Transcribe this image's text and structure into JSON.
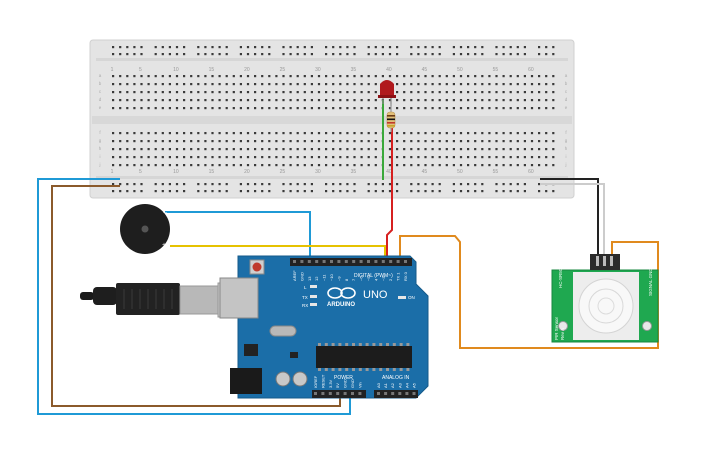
{
  "breadboard": {
    "column_labels": [
      "1",
      "5",
      "10",
      "15",
      "20",
      "25",
      "30",
      "35",
      "40",
      "45",
      "50",
      "55",
      "60"
    ],
    "row_labels_top": [
      "a",
      "b",
      "c",
      "d",
      "e"
    ],
    "row_labels_bottom": [
      "f",
      "g",
      "h",
      "i",
      "j"
    ]
  },
  "arduino": {
    "logo_text": "ARDUINO",
    "model": "UNO",
    "digital_header": "DIGITAL (PWM~)",
    "pin_aref": "AREF",
    "pin_gnd": "GND",
    "digital_pins": [
      "13",
      "12",
      "~11",
      "~10",
      "~9",
      "8",
      "7",
      "~6",
      "~5",
      "4",
      "~3",
      "2",
      "TX 1",
      "RX 0"
    ],
    "led_l": "L",
    "led_tx": "TX",
    "led_rx": "RX",
    "led_on": "ON",
    "power_header": "POWER",
    "analog_header": "ANALOG IN",
    "power_pins": [
      "IOREF",
      "RESET",
      "3.3V",
      "5V",
      "GND",
      "GND",
      "Vin"
    ],
    "analog_pins": [
      "A0",
      "A1",
      "A2",
      "A3",
      "A4",
      "A5"
    ]
  },
  "pir": {
    "model_text": "HC-SR501",
    "label_left": "PIR Sensor",
    "label_left2": "Rev A",
    "label_right": "SIGNAL GND"
  },
  "colors": {
    "wire_blue": "#1f9ad6",
    "wire_brown": "#8b5a2b",
    "wire_yellow": "#e6c200",
    "wire_orange": "#e08a1e",
    "wire_red": "#d62020",
    "wire_green": "#3aa83a",
    "wire_black": "#222222",
    "board_blue": "#1b6ea8",
    "pir_green": "#1fa850"
  }
}
